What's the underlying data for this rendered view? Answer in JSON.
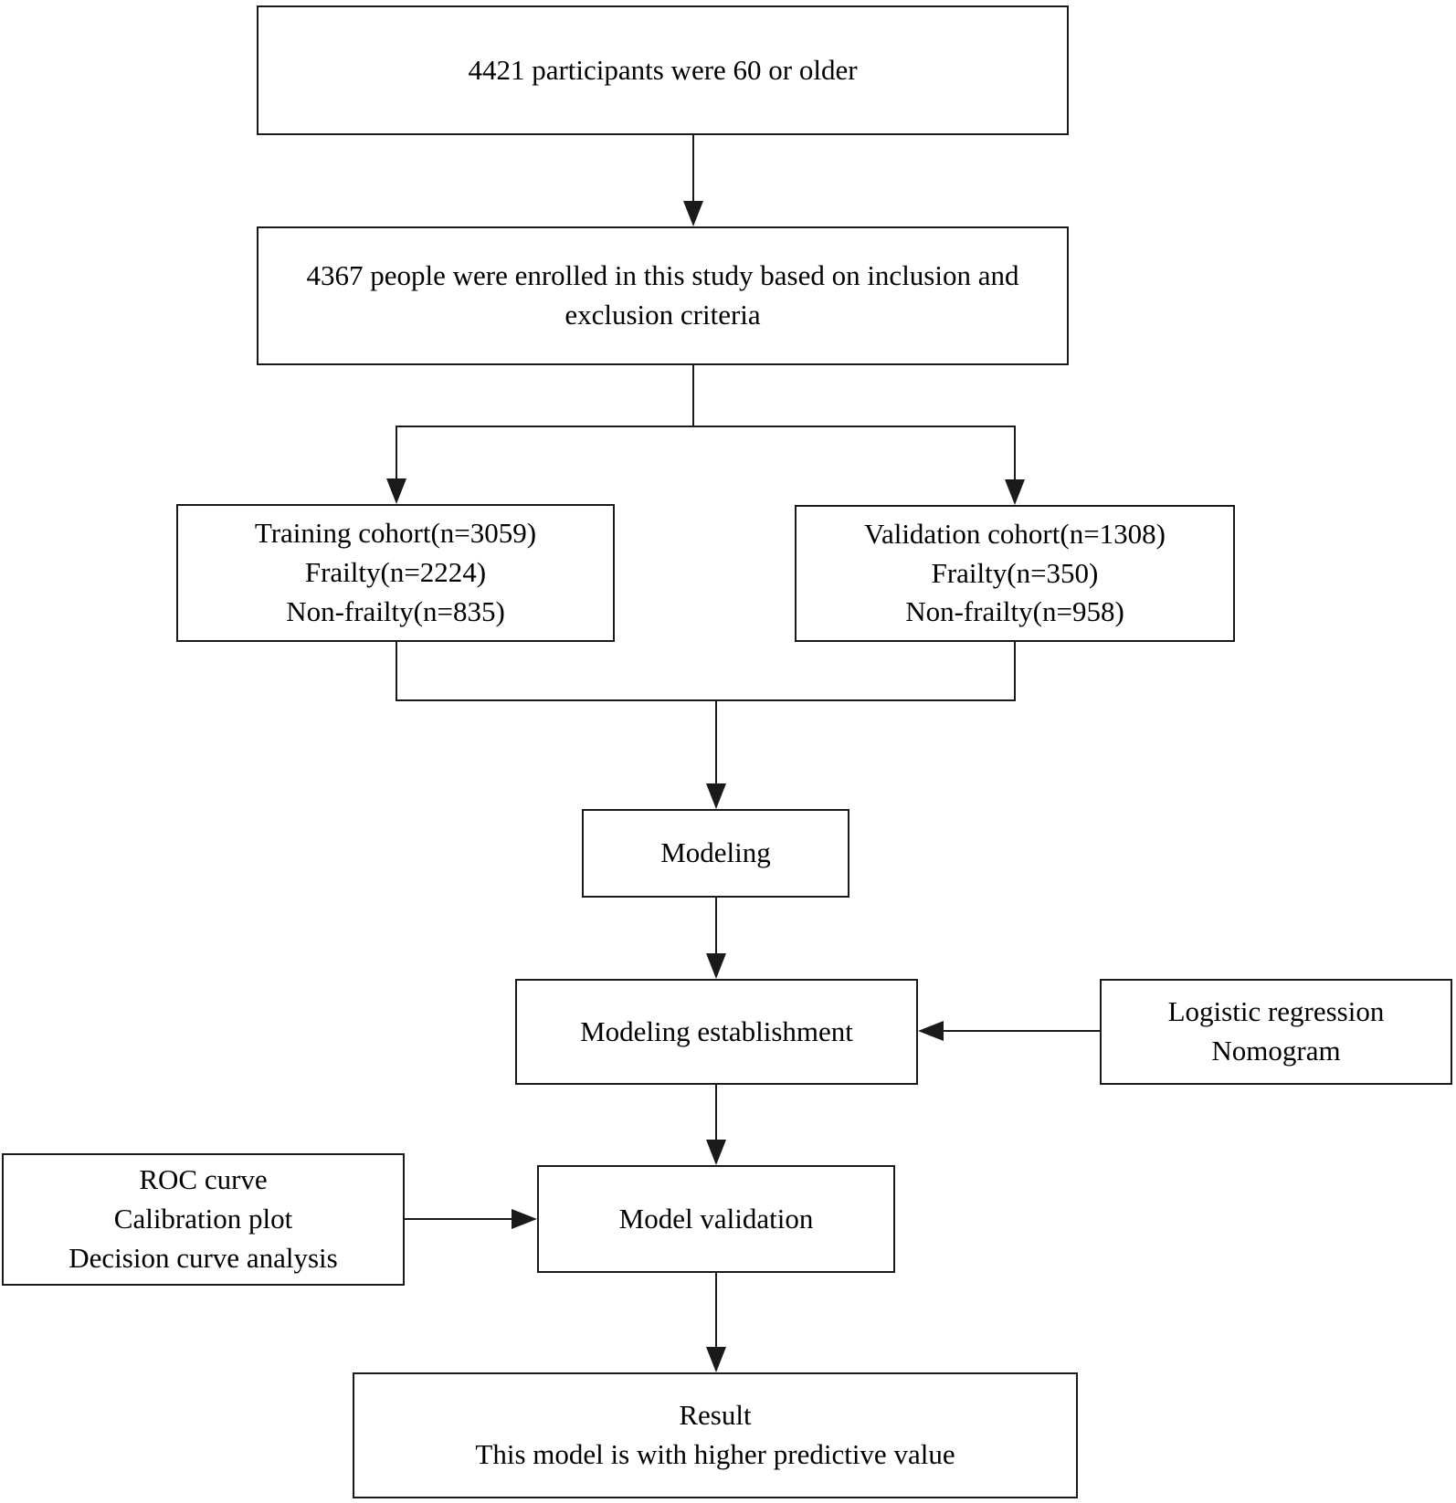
{
  "colors": {
    "background": "#ffffff",
    "line": "#1a1a1a",
    "text": "#000000"
  },
  "flowchart": {
    "nodes": {
      "participants": {
        "lines": [
          "4421 participants were 60 or older"
        ]
      },
      "enrolled": {
        "lines": [
          "4367 people were enrolled in this study based on inclusion and",
          "exclusion criteria"
        ]
      },
      "training_cohort": {
        "lines": [
          "Training cohort(n=3059)",
          "Frailty(n=2224)",
          "Non-frailty(n=835)"
        ]
      },
      "validation_cohort": {
        "lines": [
          "Validation cohort(n=1308)",
          "Frailty(n=350)",
          "Non-frailty(n=958)"
        ]
      },
      "modeling": {
        "lines": [
          "Modeling"
        ]
      },
      "modeling_establishment": {
        "lines": [
          "Modeling establishment"
        ]
      },
      "logistic": {
        "lines": [
          "Logistic regression",
          "Nomogram"
        ]
      },
      "model_validation": {
        "lines": [
          "Model validation"
        ]
      },
      "roc": {
        "lines": [
          "ROC curve",
          "Calibration plot",
          "Decision curve analysis"
        ]
      },
      "result": {
        "lines": [
          "Result",
          "This model is with higher predictive value"
        ]
      }
    }
  }
}
